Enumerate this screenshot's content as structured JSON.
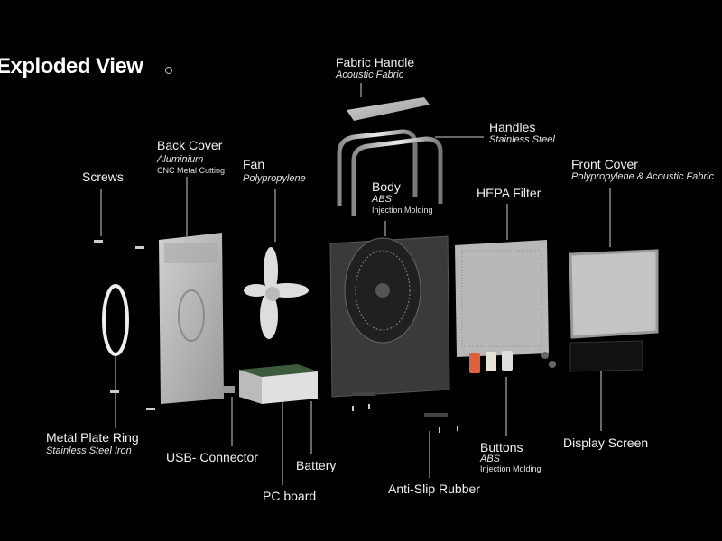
{
  "title": "Exploded View",
  "labels": {
    "fabric_handle": {
      "name": "Fabric Handle",
      "material": "Acoustic Fabric"
    },
    "handles": {
      "name": "Handles",
      "material": "Stainless Steel"
    },
    "back_cover": {
      "name": "Back Cover",
      "material": "Aluminium",
      "process": "CNC Metal Cutting"
    },
    "screws": {
      "name": "Screws"
    },
    "fan": {
      "name": "Fan",
      "material": "Polypropylene"
    },
    "body": {
      "name": "Body",
      "material": "ABS",
      "process": "Injection Molding"
    },
    "hepa_filter": {
      "name": "HEPA Filter"
    },
    "front_cover": {
      "name": "Front Cover",
      "material": "Polypropylene & Acoustic Fabric"
    },
    "metal_plate_ring": {
      "name": "Metal Plate Ring",
      "material": "Stainless Steel Iron"
    },
    "usb_connector": {
      "name": "USB- Connector"
    },
    "pc_board": {
      "name": "PC board"
    },
    "battery": {
      "name": "Battery"
    },
    "anti_slip_rubber": {
      "name": "Anti-Slip Rubber"
    },
    "buttons": {
      "name": "Buttons",
      "material": "ABS",
      "process": "Injection Molding"
    },
    "display_screen": {
      "name": "Display Screen"
    }
  }
}
